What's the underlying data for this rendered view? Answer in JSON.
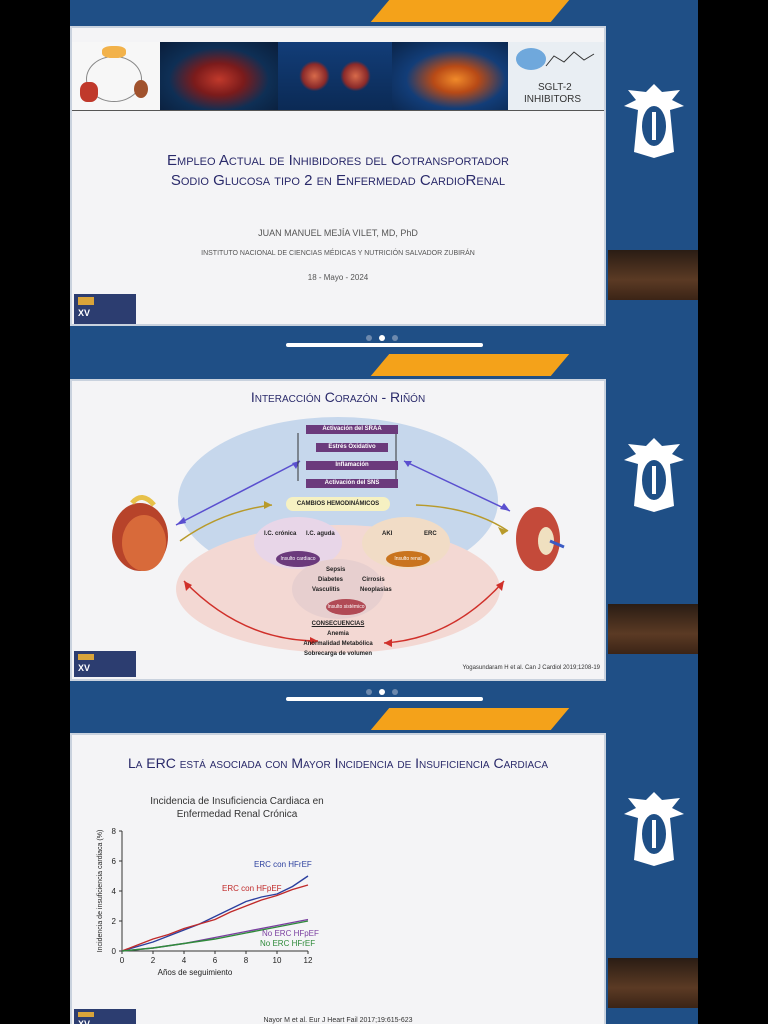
{
  "slides": [
    {
      "title_line1": "Empleo Actual de Inhibidores del Cotransportador",
      "title_line2": "Sodio Glucosa tipo 2 en Enfermedad CardioRenal",
      "author": "JUAN MANUEL MEJÍA VILET, MD, PhD",
      "institution": "INSTITUTO NACIONAL DE CIENCIAS MÉDICAS Y NUTRICIÓN SALVADOR ZUBIRÁN",
      "date": "18 - Mayo - 2024",
      "banner_label_line1": "SGLT-2",
      "banner_label_line2": "INHIBITORS"
    },
    {
      "title": "Interacción Corazón - Riñón",
      "boxes": [
        "Activación del SRAA",
        "Estrés Oxidativo",
        "Inflamación",
        "Activación del SNS"
      ],
      "cambios": "CAMBIOS HEMODINÁMICOS",
      "ic_cronica": "I.C. crónica",
      "ic_aguda": "I.C. aguda",
      "insulto_cardiaco": "Insulto cardiaco",
      "aki": "AKI",
      "erc": "ERC",
      "insulto_renal": "Insulto renal",
      "sepsis": "Sepsis",
      "diabetes": "Diabetes",
      "cirrosis": "Cirrosis",
      "vasculitis": "Vasculitis",
      "neoplasias": "Neoplasias",
      "insulto_sistemico": "Insulto sistémico",
      "consecuencias": "CONSECUENCIAS",
      "cons1": "Anemia",
      "cons2": "Anormalidad Metabólica",
      "cons3": "Sobrecarga de volumen",
      "citation": "Yogasundaram H et al. Can J Cardiol 2019;1208-19"
    },
    {
      "title": "La ERC está asociada con Mayor Incidencia de Insuficiencia Cardiaca",
      "citation": "Nayor M et al. Eur J Heart Fail 2017;19:615-623"
    }
  ],
  "chart_data": {
    "type": "line",
    "title": "Incidencia de Insuficiencia Cardiaca en Enfermedad Renal Crónica",
    "xlabel": "Años de seguimiento",
    "ylabel": "Incidencia de insuficiencia cardiaca (%)",
    "xlim": [
      0,
      12
    ],
    "ylim": [
      0,
      8
    ],
    "xticks": [
      0,
      2,
      4,
      6,
      8,
      10,
      12
    ],
    "yticks": [
      0,
      2,
      4,
      6,
      8
    ],
    "series": [
      {
        "name": "ERC con HFrEF",
        "color": "#2b3f9e",
        "x": [
          0,
          1,
          2,
          3,
          4,
          5,
          6,
          7,
          8,
          9,
          10,
          11,
          12
        ],
        "y": [
          0,
          0.3,
          0.6,
          1.0,
          1.4,
          1.8,
          2.3,
          2.8,
          3.3,
          3.6,
          3.8,
          4.3,
          5.0
        ]
      },
      {
        "name": "ERC con HFpEF",
        "color": "#c02a2a",
        "x": [
          0,
          1,
          2,
          3,
          4,
          5,
          6,
          7,
          8,
          9,
          10,
          11,
          12
        ],
        "y": [
          0,
          0.4,
          0.8,
          1.1,
          1.5,
          1.8,
          2.1,
          2.6,
          3.0,
          3.4,
          3.7,
          4.1,
          4.4
        ]
      },
      {
        "name": "No ERC HFpEF",
        "color": "#7a3ea0",
        "x": [
          0,
          2,
          4,
          6,
          8,
          10,
          12
        ],
        "y": [
          0,
          0.2,
          0.5,
          0.9,
          1.3,
          1.7,
          2.1
        ]
      },
      {
        "name": "No ERC HFrEF",
        "color": "#2e8a3a",
        "x": [
          0,
          2,
          4,
          6,
          8,
          10,
          12
        ],
        "y": [
          0,
          0.2,
          0.5,
          0.8,
          1.2,
          1.6,
          2.0
        ]
      }
    ]
  }
}
